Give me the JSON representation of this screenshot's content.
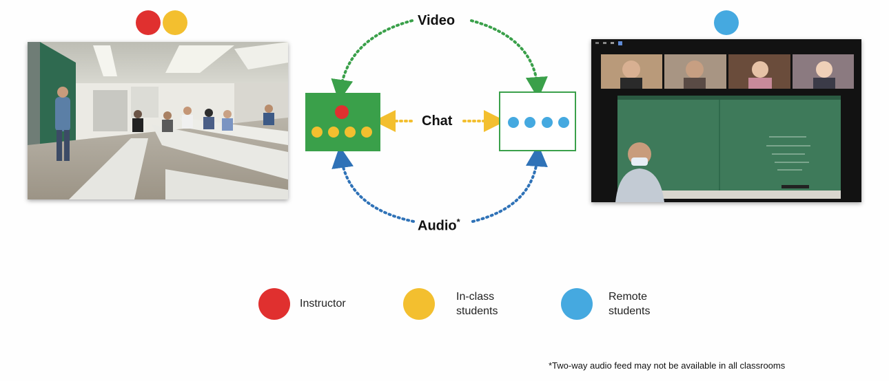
{
  "header_dots": {
    "left": [
      "#e0302f",
      "#f3bf2f"
    ],
    "right": [
      "#45a9e0"
    ]
  },
  "photos": {
    "classroom": "classroom-photo",
    "video_call": "video-call-screenshot"
  },
  "diagram": {
    "video_label": "Video",
    "chat_label": "Chat",
    "audio_label": "Audio",
    "audio_mark": "*",
    "colors": {
      "video": "#3aa04a",
      "chat": "#f3bf2f",
      "audio": "#2f72b7",
      "box_green": "#3aa04a",
      "instructor": "#e0302f",
      "inclass": "#f3bf2f",
      "remote": "#45a9e0"
    }
  },
  "legend": {
    "instructor": "Instructor",
    "inclass_line1": "In-class",
    "inclass_line2": "students",
    "remote_line1": "Remote",
    "remote_line2": "students"
  },
  "footnote": "*Two-way audio feed may not be available in all classrooms"
}
